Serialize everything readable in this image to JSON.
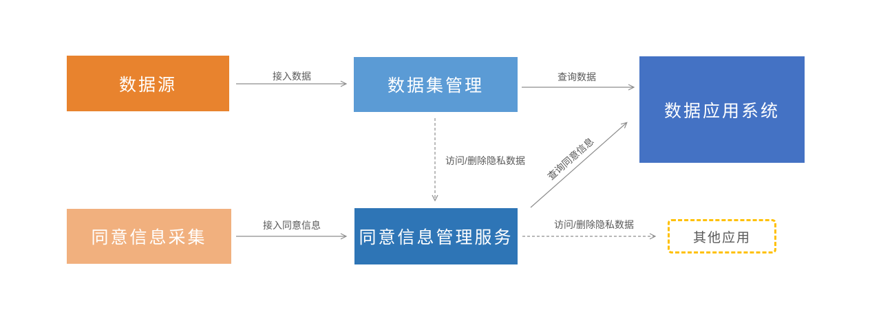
{
  "diagram": {
    "type": "flow-diagram",
    "background": "#ffffff",
    "nodes": {
      "data_source": {
        "label": "数据源",
        "fill": "#E8832E",
        "text_color": "#ffffff"
      },
      "dataset_management": {
        "label": "数据集管理",
        "fill": "#5B9BD5",
        "text_color": "#ffffff"
      },
      "data_app_system": {
        "label": "数据应用系统",
        "fill": "#4472C4",
        "text_color": "#ffffff"
      },
      "consent_collection": {
        "label": "同意信息采集",
        "fill": "#F1B07E",
        "text_color": "#ffffff"
      },
      "consent_management_service": {
        "label": "同意信息管理服务",
        "fill": "#2E75B6",
        "text_color": "#ffffff"
      },
      "other_apps": {
        "label": "其他应用",
        "fill": "#ffffff",
        "border_color": "#FFC000",
        "border_style": "dashed",
        "text_color": "#595959"
      }
    },
    "edges": {
      "access_data": {
        "label": "接入数据",
        "from": "data_source",
        "to": "dataset_management",
        "style": "solid"
      },
      "query_data": {
        "label": "查询数据",
        "from": "dataset_management",
        "to": "data_app_system",
        "style": "solid"
      },
      "access_delete_private_top": {
        "label": "访问/删除隐私数据",
        "from": "dataset_management",
        "to": "consent_management_service",
        "style": "dashed"
      },
      "access_consent_info": {
        "label": "接入同意信息",
        "from": "consent_collection",
        "to": "consent_management_service",
        "style": "solid"
      },
      "query_consent_info": {
        "label": "查询同意信息",
        "from": "consent_management_service",
        "to": "data_app_system",
        "style": "solid"
      },
      "access_delete_private_bottom": {
        "label": "访问/删除隐私数据",
        "from": "consent_management_service",
        "to": "other_apps",
        "style": "dashed"
      }
    },
    "line_color": "#8C8C8C",
    "label_color": "#595959"
  }
}
